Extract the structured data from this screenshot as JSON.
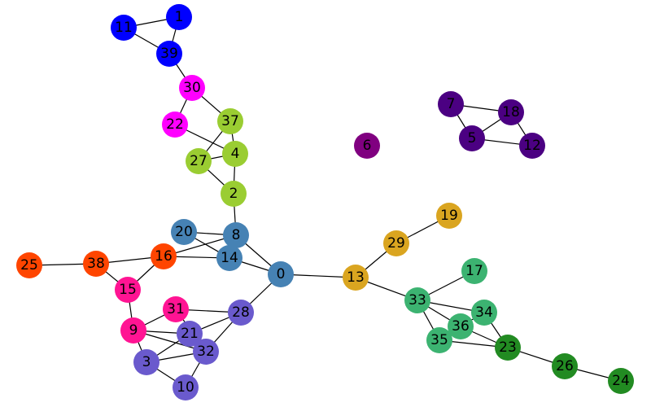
{
  "graph": {
    "colors": {
      "blue": "#0000ff",
      "magenta": "#ff00ff",
      "yellowgreen": "#9acd32",
      "purple": "#800080",
      "indigo": "#4b0082",
      "goldenrod": "#daa520",
      "mediumseagreen": "#3cb371",
      "forestgreen": "#228b22",
      "steelblue": "#4682b4",
      "orangered": "#ff4500",
      "deeppink": "#ff1493",
      "slateblue": "#6a5acd"
    },
    "nodes": [
      {
        "id": "1",
        "group": "blue"
      },
      {
        "id": "11",
        "group": "blue"
      },
      {
        "id": "39",
        "group": "blue"
      },
      {
        "id": "30",
        "group": "magenta"
      },
      {
        "id": "22",
        "group": "magenta"
      },
      {
        "id": "37",
        "group": "yellowgreen"
      },
      {
        "id": "4",
        "group": "yellowgreen"
      },
      {
        "id": "27",
        "group": "yellowgreen"
      },
      {
        "id": "2",
        "group": "yellowgreen"
      },
      {
        "id": "6",
        "group": "purple"
      },
      {
        "id": "7",
        "group": "indigo"
      },
      {
        "id": "18",
        "group": "indigo"
      },
      {
        "id": "5",
        "group": "indigo"
      },
      {
        "id": "12",
        "group": "indigo"
      },
      {
        "id": "19",
        "group": "goldenrod"
      },
      {
        "id": "29",
        "group": "goldenrod"
      },
      {
        "id": "13",
        "group": "goldenrod"
      },
      {
        "id": "17",
        "group": "mediumseagreen"
      },
      {
        "id": "33",
        "group": "mediumseagreen"
      },
      {
        "id": "34",
        "group": "mediumseagreen"
      },
      {
        "id": "36",
        "group": "mediumseagreen"
      },
      {
        "id": "35",
        "group": "mediumseagreen"
      },
      {
        "id": "23",
        "group": "forestgreen"
      },
      {
        "id": "26",
        "group": "forestgreen"
      },
      {
        "id": "24",
        "group": "forestgreen"
      },
      {
        "id": "20",
        "group": "steelblue"
      },
      {
        "id": "8",
        "group": "steelblue"
      },
      {
        "id": "14",
        "group": "steelblue"
      },
      {
        "id": "0",
        "group": "steelblue"
      },
      {
        "id": "25",
        "group": "orangered"
      },
      {
        "id": "38",
        "group": "orangered"
      },
      {
        "id": "16",
        "group": "orangered"
      },
      {
        "id": "15",
        "group": "deeppink"
      },
      {
        "id": "31",
        "group": "deeppink"
      },
      {
        "id": "9",
        "group": "deeppink"
      },
      {
        "id": "28",
        "group": "slateblue"
      },
      {
        "id": "21",
        "group": "slateblue"
      },
      {
        "id": "32",
        "group": "slateblue"
      },
      {
        "id": "3",
        "group": "slateblue"
      },
      {
        "id": "10",
        "group": "slateblue"
      }
    ],
    "edges": [
      [
        "1",
        "11"
      ],
      [
        "1",
        "39"
      ],
      [
        "11",
        "39"
      ],
      [
        "39",
        "30"
      ],
      [
        "30",
        "22"
      ],
      [
        "30",
        "37"
      ],
      [
        "22",
        "4"
      ],
      [
        "37",
        "4"
      ],
      [
        "37",
        "27"
      ],
      [
        "27",
        "4"
      ],
      [
        "27",
        "2"
      ],
      [
        "4",
        "2"
      ],
      [
        "2",
        "8"
      ],
      [
        "7",
        "18"
      ],
      [
        "7",
        "5"
      ],
      [
        "18",
        "5"
      ],
      [
        "18",
        "12"
      ],
      [
        "5",
        "12"
      ],
      [
        "19",
        "29"
      ],
      [
        "29",
        "13"
      ],
      [
        "13",
        "0"
      ],
      [
        "13",
        "33"
      ],
      [
        "33",
        "17"
      ],
      [
        "33",
        "34"
      ],
      [
        "33",
        "36"
      ],
      [
        "33",
        "35"
      ],
      [
        "34",
        "36"
      ],
      [
        "34",
        "23"
      ],
      [
        "36",
        "35"
      ],
      [
        "36",
        "23"
      ],
      [
        "35",
        "23"
      ],
      [
        "23",
        "26"
      ],
      [
        "26",
        "24"
      ],
      [
        "20",
        "8"
      ],
      [
        "20",
        "14"
      ],
      [
        "8",
        "14"
      ],
      [
        "8",
        "16"
      ],
      [
        "8",
        "0"
      ],
      [
        "14",
        "0"
      ],
      [
        "16",
        "14"
      ],
      [
        "0",
        "28"
      ],
      [
        "25",
        "38"
      ],
      [
        "38",
        "16"
      ],
      [
        "38",
        "15"
      ],
      [
        "16",
        "15"
      ],
      [
        "15",
        "9"
      ],
      [
        "9",
        "31"
      ],
      [
        "9",
        "21"
      ],
      [
        "9",
        "32"
      ],
      [
        "9",
        "3"
      ],
      [
        "31",
        "28"
      ],
      [
        "31",
        "32"
      ],
      [
        "28",
        "21"
      ],
      [
        "28",
        "32"
      ],
      [
        "21",
        "3"
      ],
      [
        "21",
        "32"
      ],
      [
        "3",
        "32"
      ],
      [
        "3",
        "10"
      ],
      [
        "32",
        "10"
      ]
    ]
  }
}
